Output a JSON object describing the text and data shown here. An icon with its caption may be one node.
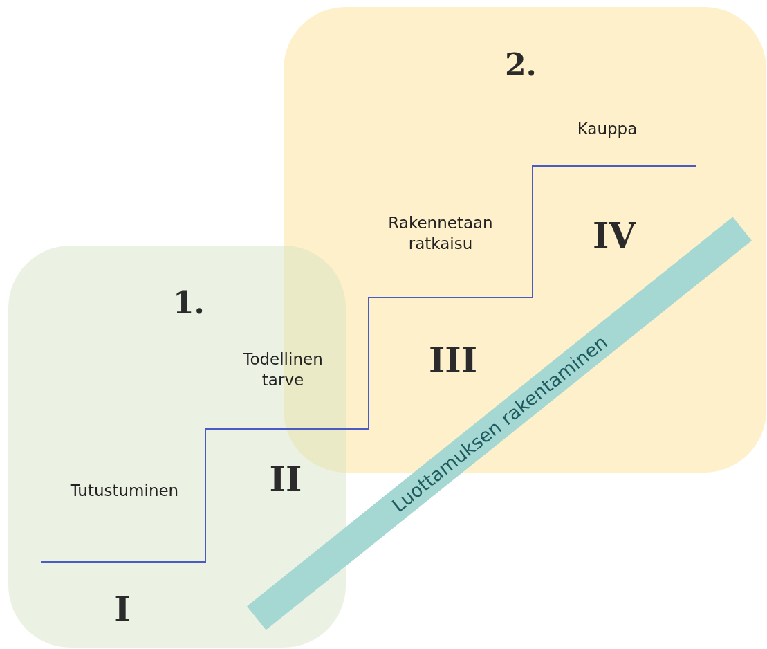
{
  "diagram": {
    "nodes": [
      {
        "text": [
          "2."
        ]
      },
      {
        "text": [
          "1."
        ]
      },
      {
        "text": [
          "Luottamuksen rakentaminen"
        ]
      }
    ],
    "labels": [
      "Kauppa",
      "Rakennetaan ratkaisu",
      "IV",
      "Todellinen tarve",
      "III",
      "Tutustuminen",
      "II",
      "I"
    ]
  }
}
